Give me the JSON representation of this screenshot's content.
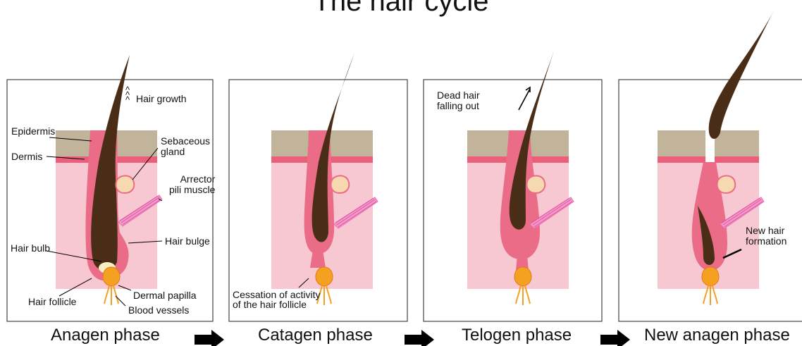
{
  "title": "The hair cycle",
  "phases": [
    {
      "name": "Anagen phase",
      "labels": {
        "hair_growth": "Hair growth",
        "epidermis": "Epidermis",
        "dermis": "Dermis",
        "sebaceous_gland": "Sebaceous\ngland",
        "arrector_pili": "Arrector\npili muscle",
        "hair_bulge": "Hair bulge",
        "hair_bulb": "Hair bulb",
        "dermal_papilla": "Dermal papilla",
        "hair_follicle": "Hair follicle",
        "blood_vessels": "Blood vessels"
      }
    },
    {
      "name": "Catagen phase",
      "labels": {
        "cessation": "Cessation of activity\nof the hair follicle"
      }
    },
    {
      "name": "Telogen phase",
      "labels": {
        "dead_hair": "Dead hair\nfalling out"
      }
    },
    {
      "name": "New anagen phase",
      "labels": {
        "new_hair": "New hair\nformation"
      }
    }
  ],
  "colors": {
    "skin_surface": "#c2b39b",
    "dermis_line": "#ec5f7a",
    "tissue": "#f8c8d2",
    "follicle": "#ea6c86",
    "hair": "#4a2d17",
    "papilla": "#f4a021",
    "gland": "#f6d9b0",
    "muscle": "#ee6fb4",
    "arrow": "#000000"
  }
}
